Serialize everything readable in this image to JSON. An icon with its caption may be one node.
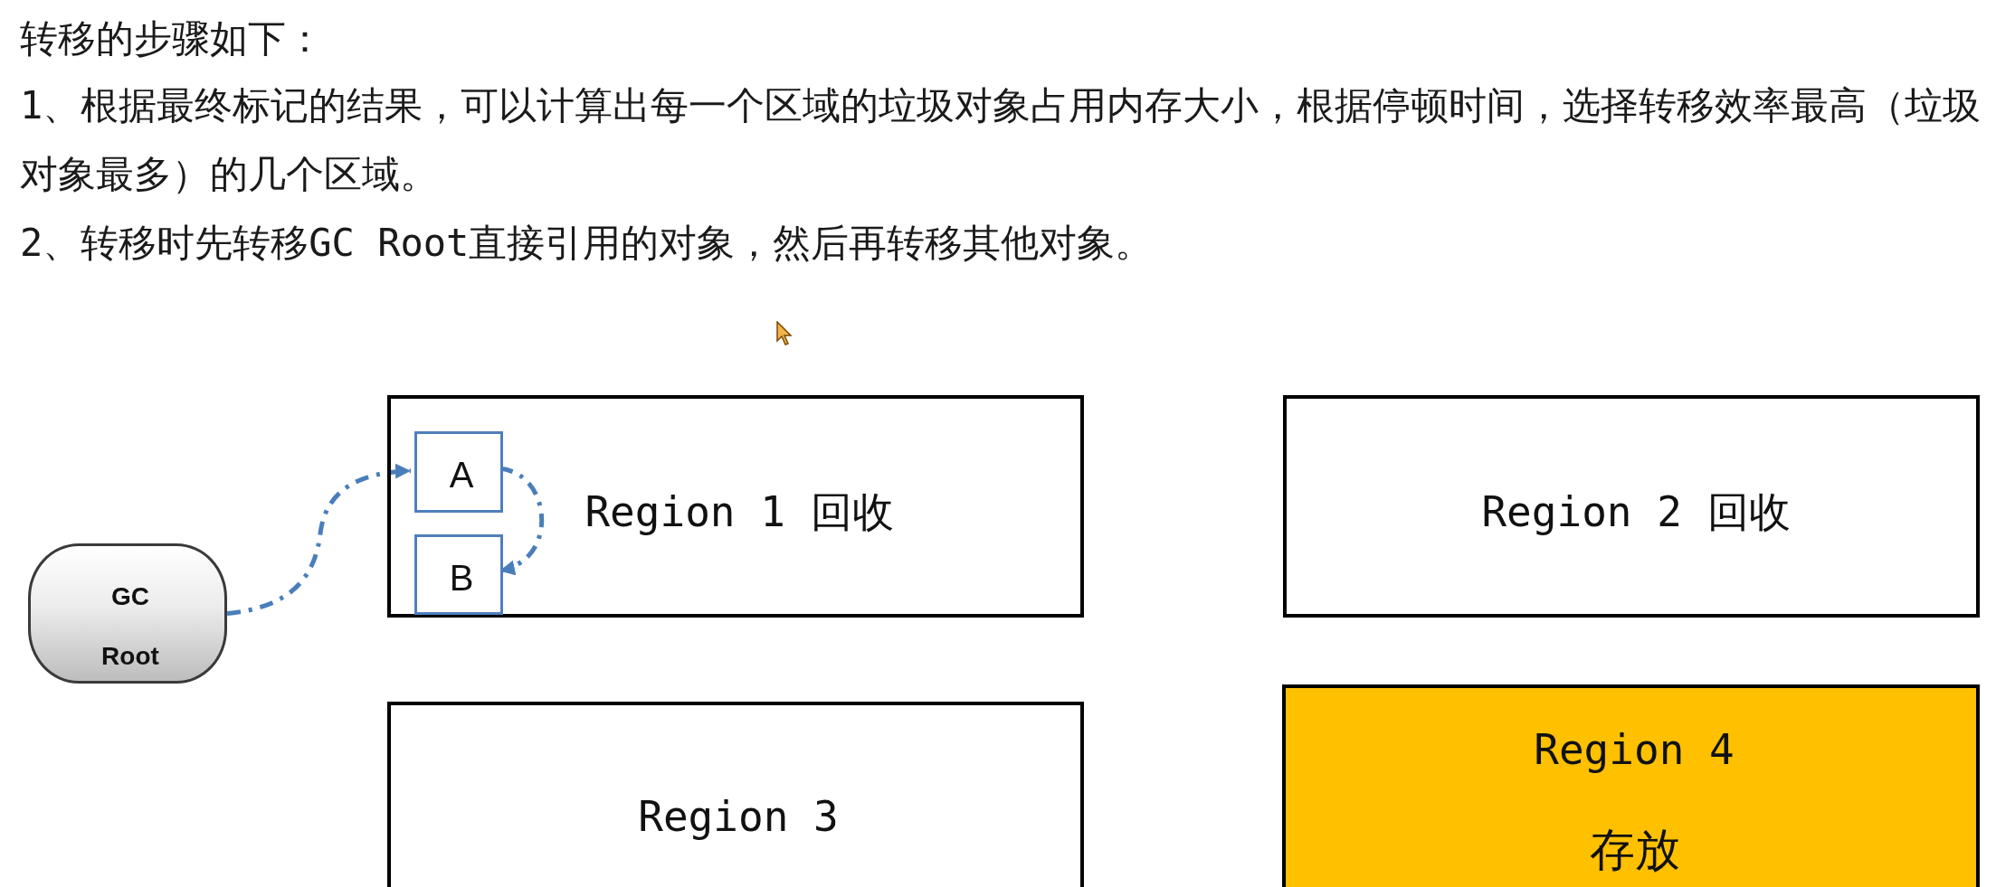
{
  "diagram": {
    "title": "转移的步骤如下：",
    "nodes": [
      {
        "text": [
          "GC Root"
        ]
      },
      {
        "text": [
          "Region 1 回收"
        ]
      },
      {
        "text": [
          "A"
        ],
        "in": 1
      },
      {
        "text": [
          "B"
        ],
        "in": 1
      },
      {
        "text": [
          "Region 2 回收"
        ]
      },
      {
        "text": [
          "Region 3"
        ]
      },
      {
        "text": [
          "Region 4",
          "存放"
        ]
      }
    ],
    "edges": [
      {
        "from": 0,
        "to": 2,
        "arrow": "to",
        "style": "dashed"
      },
      {
        "from": 2,
        "to": 3,
        "arrow": "to",
        "style": "dashed"
      }
    ],
    "labels": [
      "1、根据最终标记的结果，可以计算出每一个区域的垃圾对象占用内存大小，根据停顿时间，选择转移效率最高（垃圾对象最多）的几个区域。",
      "2、转移时先转移GC Root直接引用的对象，然后再转移其他对象。"
    ]
  }
}
